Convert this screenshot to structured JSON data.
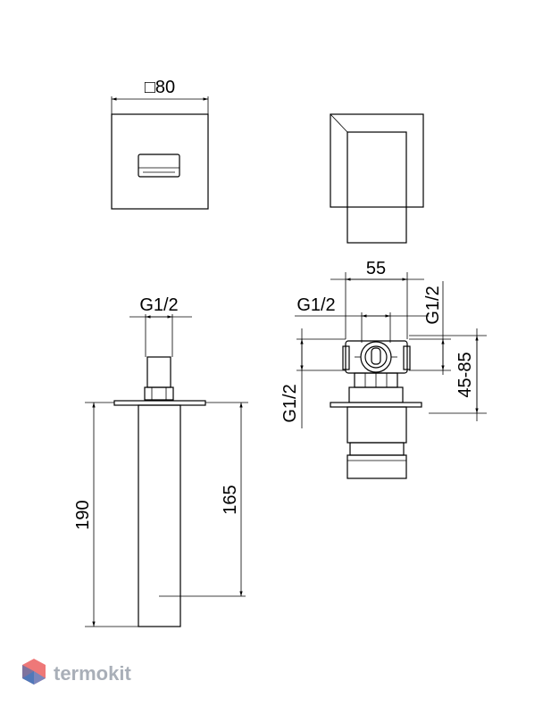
{
  "dimensions": {
    "square_size": "□80",
    "body_width": "55",
    "spout_thread": "G1/2",
    "inlet_thread_left": "G1/2",
    "inlet_thread_top": "G1/2",
    "outlet_thread_side": "G1/2",
    "depth_range": "45-85",
    "total_length": "190",
    "spout_length": "165"
  },
  "watermark": {
    "brand": "termokit",
    "colors": {
      "primary": "#e84b4b",
      "secondary": "#4a8bd8",
      "text": "#a9afb8"
    }
  }
}
